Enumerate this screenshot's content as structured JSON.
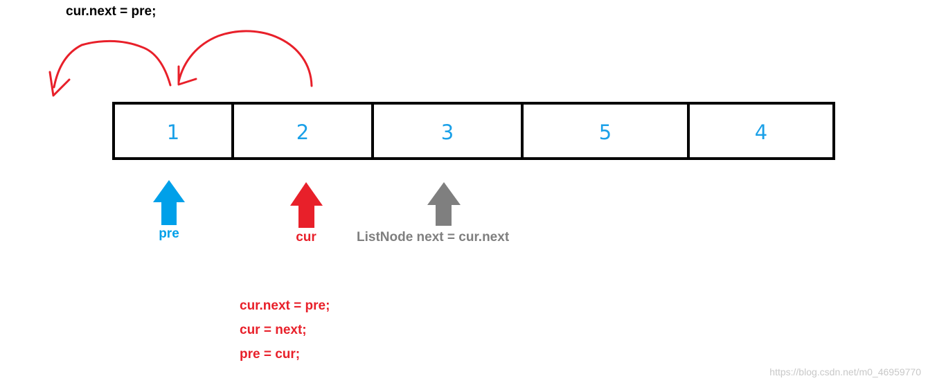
{
  "title": "cur.next = pre;",
  "nodes": [
    {
      "value": "1"
    },
    {
      "value": "2"
    },
    {
      "value": "3"
    },
    {
      "value": "5"
    },
    {
      "value": "4"
    }
  ],
  "pointers": {
    "pre": {
      "label": "pre",
      "color": "#00a0e9"
    },
    "cur": {
      "label": "cur",
      "color": "#e8202a"
    },
    "next": {
      "label": "ListNode next = cur.next",
      "color": "#7f7f7f"
    }
  },
  "code": [
    "cur.next = pre;",
    "cur = next;",
    "pre = cur;"
  ],
  "watermark": "https://blog.csdn.net/m0_46959770",
  "colors": {
    "node_text": "#1aa0e8",
    "curve": "#e8202a",
    "border": "#000000"
  }
}
